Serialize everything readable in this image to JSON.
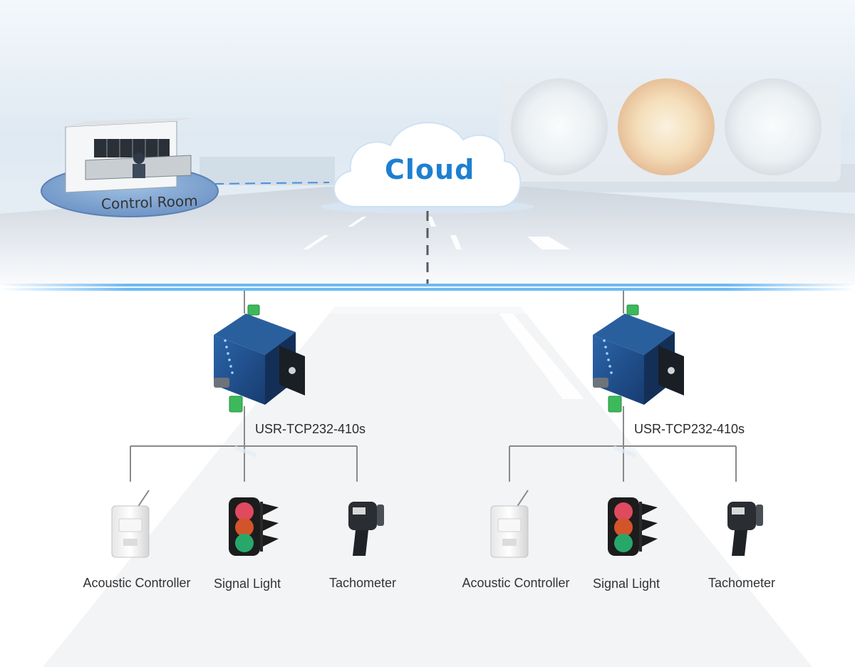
{
  "diagram": {
    "cloud": {
      "label": "Cloud"
    },
    "control_room": {
      "label": "Control Room"
    },
    "gateways": [
      {
        "label": "USR-TCP232-410s",
        "devices": [
          {
            "label": "Acoustic Controller",
            "icon": "acoustic-controller-icon"
          },
          {
            "label": "Signal Light",
            "icon": "signal-light-icon"
          },
          {
            "label": "Tachometer",
            "icon": "tachometer-icon"
          }
        ]
      },
      {
        "label": "USR-TCP232-410s",
        "devices": [
          {
            "label": "Acoustic Controller",
            "icon": "acoustic-controller-icon"
          },
          {
            "label": "Signal Light",
            "icon": "signal-light-icon"
          },
          {
            "label": "Tachometer",
            "icon": "tachometer-icon"
          }
        ]
      }
    ]
  },
  "colors": {
    "cloud_text": "#1e7fd0",
    "connector": "#8a8a8a",
    "network_line": "#4aa8f0",
    "gateway_body": "#1f4f8f",
    "terminal_green": "#3cba5a"
  }
}
